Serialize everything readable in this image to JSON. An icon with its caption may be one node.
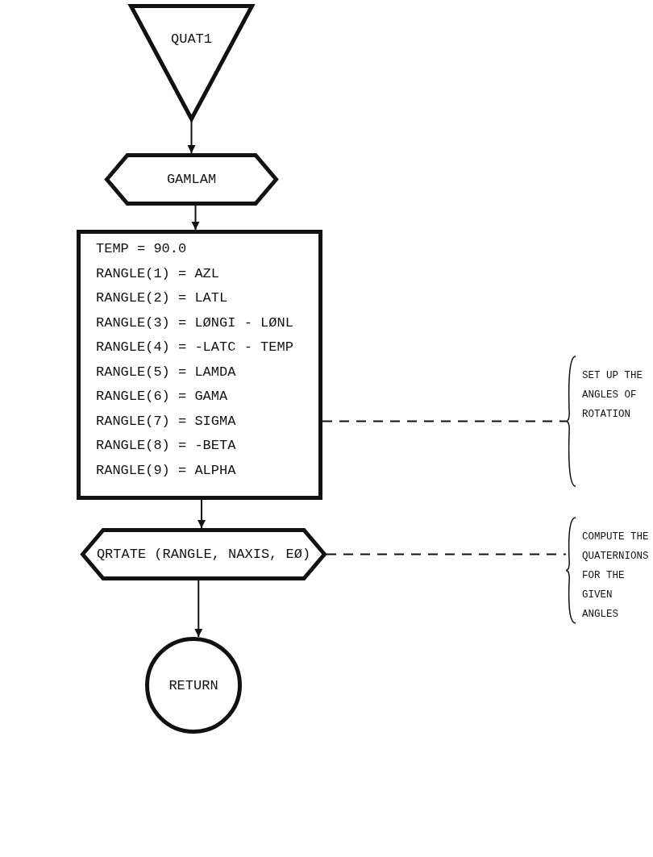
{
  "diagram": {
    "nodes": [
      {
        "text": [
          "QUAT1"
        ]
      },
      {
        "text": [
          "GAMLAM"
        ]
      },
      {
        "text": [
          "TEMP = 90.0",
          "RANGLE(1) = AZL",
          "RANGLE(2) = LATL",
          "RANGLE(3) = LØNGI - LØNL",
          "RANGLE(4) = -LATC - TEMP",
          "RANGLE(5) = LAMDA",
          "RANGLE(6) = GAMA",
          "RANGLE(7) = SIGMA",
          "RANGLE(8) = -BETA",
          "RANGLE(9) = ALPHA"
        ]
      },
      {
        "text": [
          "QRTATE (RANGLE, NAXIS, EØ)"
        ]
      },
      {
        "text": [
          "RETURN"
        ]
      },
      {
        "text": [
          "SET UP THE ANGLES OF ROTATION"
        ]
      },
      {
        "text": [
          "COMPUTE THE QUATERNIONS FOR THE GIVEN ANGLES"
        ]
      }
    ],
    "edges": [
      {
        "from": 0,
        "to": 1,
        "arrow": "to"
      },
      {
        "from": 1,
        "to": 2,
        "arrow": "to"
      },
      {
        "from": 2,
        "to": 3,
        "arrow": "to"
      },
      {
        "from": 3,
        "to": 4,
        "arrow": "to"
      },
      {
        "from": 2,
        "to": 5,
        "arrow": "none",
        "style": "dashed"
      },
      {
        "from": 3,
        "to": 6,
        "arrow": "none",
        "style": "dashed"
      }
    ]
  }
}
